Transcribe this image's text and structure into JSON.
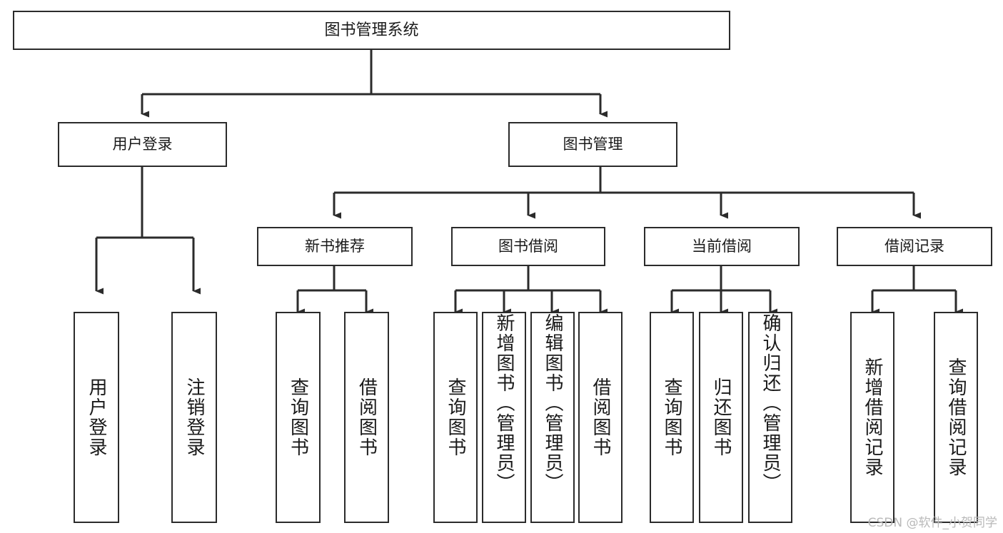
{
  "diagram": {
    "title": "图书管理系统",
    "type": "hierarchy-tree",
    "colors": {
      "stroke": "#2b2b2b",
      "fill": "#ffffff",
      "text": "#1a1a1a",
      "watermark": "#b9b9b9"
    },
    "levels": {
      "root": "图书管理系统",
      "level2": [
        "用户登录",
        "图书管理"
      ],
      "level3": [
        "新书推荐",
        "图书借阅",
        "当前借阅",
        "借阅记录"
      ]
    },
    "nodes": {
      "root": {
        "label": "图书管理系统"
      },
      "user_login": {
        "label": "用户登录"
      },
      "book_manage": {
        "label": "图书管理"
      },
      "new_book_rec": {
        "label": "新书推荐"
      },
      "book_borrow": {
        "label": "图书借阅"
      },
      "current_borrow": {
        "label": "当前借阅"
      },
      "borrow_record": {
        "label": "借阅记录"
      },
      "leaf_user_login": {
        "label": "用户登录"
      },
      "leaf_logout": {
        "label": "注销登录"
      },
      "leaf_query_book_1": {
        "label": "查询图书"
      },
      "leaf_borrow_book_1": {
        "label": "借阅图书"
      },
      "leaf_query_book_2": {
        "label": "查询图书"
      },
      "leaf_add_book": {
        "label": "新增图书（管理员）"
      },
      "leaf_edit_book": {
        "label": "编辑图书（管理员）"
      },
      "leaf_borrow_book_2": {
        "label": "借阅图书"
      },
      "leaf_query_book_3": {
        "label": "查询图书"
      },
      "leaf_return_book": {
        "label": "归还图书"
      },
      "leaf_confirm_return": {
        "label": "确认归还（管理员）"
      },
      "leaf_add_record": {
        "label": "新增借阅记录"
      },
      "leaf_query_record": {
        "label": "查询借阅记录"
      }
    },
    "edges": [
      {
        "from": "root",
        "to": "user_login"
      },
      {
        "from": "root",
        "to": "book_manage"
      },
      {
        "from": "user_login",
        "to": "leaf_user_login"
      },
      {
        "from": "user_login",
        "to": "leaf_logout"
      },
      {
        "from": "book_manage",
        "to": "new_book_rec"
      },
      {
        "from": "book_manage",
        "to": "book_borrow"
      },
      {
        "from": "book_manage",
        "to": "current_borrow"
      },
      {
        "from": "book_manage",
        "to": "borrow_record"
      },
      {
        "from": "new_book_rec",
        "to": "leaf_query_book_1"
      },
      {
        "from": "new_book_rec",
        "to": "leaf_borrow_book_1"
      },
      {
        "from": "book_borrow",
        "to": "leaf_query_book_2"
      },
      {
        "from": "book_borrow",
        "to": "leaf_add_book"
      },
      {
        "from": "book_borrow",
        "to": "leaf_edit_book"
      },
      {
        "from": "book_borrow",
        "to": "leaf_borrow_book_2"
      },
      {
        "from": "current_borrow",
        "to": "leaf_query_book_3"
      },
      {
        "from": "current_borrow",
        "to": "leaf_return_book"
      },
      {
        "from": "current_borrow",
        "to": "leaf_confirm_return"
      },
      {
        "from": "borrow_record",
        "to": "leaf_add_record"
      },
      {
        "from": "borrow_record",
        "to": "leaf_query_record"
      }
    ]
  },
  "watermark": {
    "text": "CSDN @软件_小贺同学"
  }
}
